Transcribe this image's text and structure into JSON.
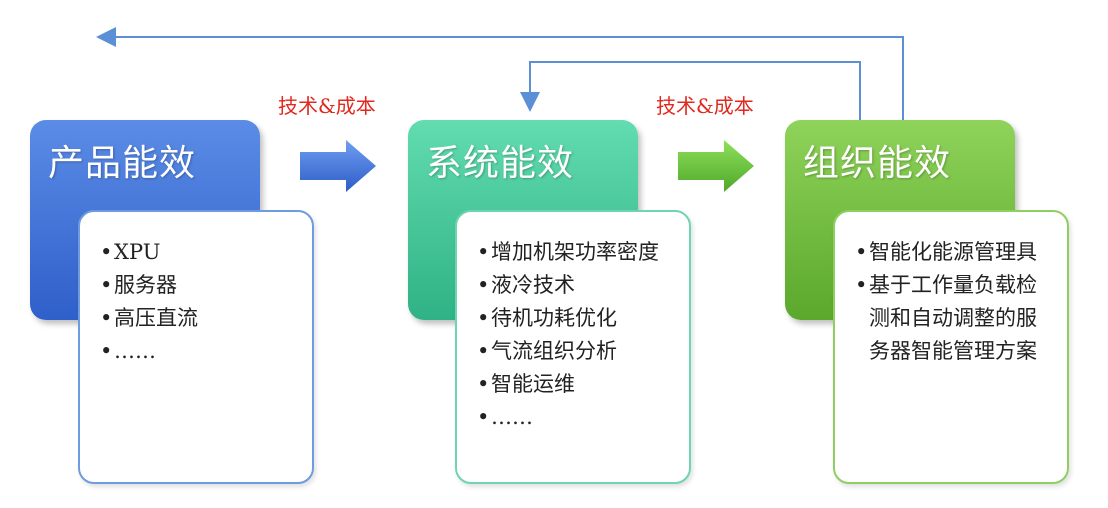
{
  "colors": {
    "blue": "#3a6fd8",
    "teal": "#3fc79a",
    "green": "#72c23a",
    "red_label": "#e0291f",
    "feedback_line": "#5b8fd6"
  },
  "stages": [
    {
      "title": "产品能效",
      "items": [
        "XPU",
        "服务器",
        "高压直流",
        "……"
      ]
    },
    {
      "title": "系统能效",
      "items": [
        "增加机架功率密度",
        "液冷技术",
        "待机功耗优化",
        "气流组织分析",
        "智能运维",
        "……"
      ]
    },
    {
      "title": "组织能效",
      "items": [
        "智能化能源管理具",
        "基于工作量负载检测和自动调整的服务器智能管理方案"
      ]
    }
  ],
  "connectors": [
    {
      "label": "技术&成本"
    },
    {
      "label": "技术&成本"
    }
  ]
}
